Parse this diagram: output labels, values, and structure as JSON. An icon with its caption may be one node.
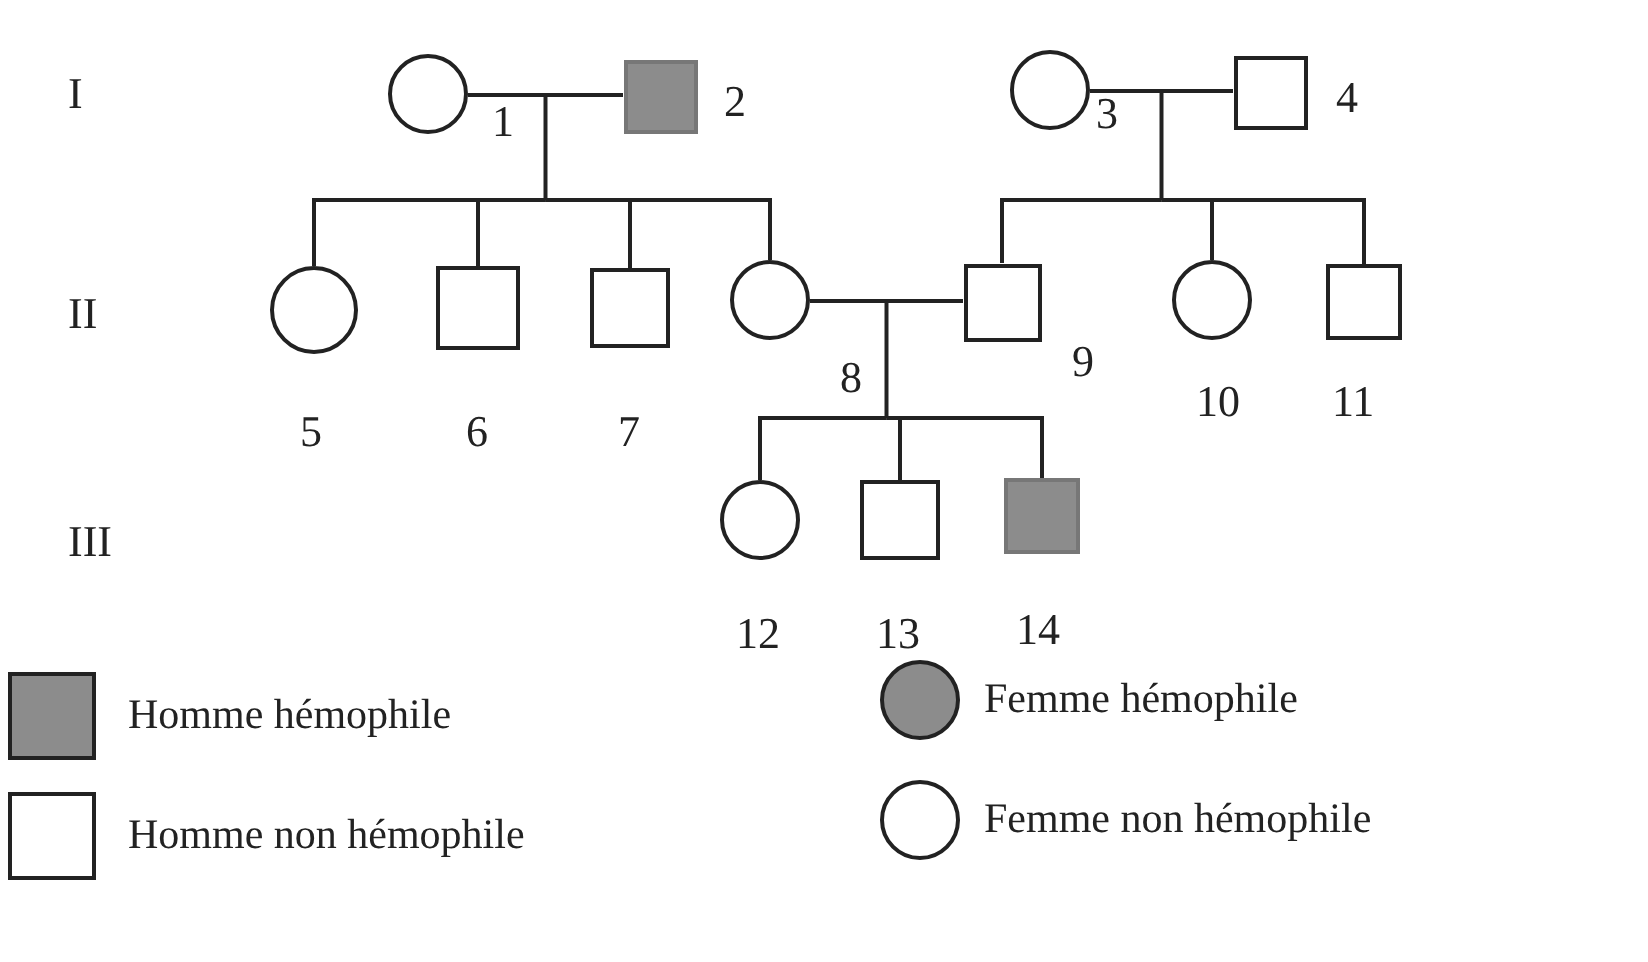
{
  "diagram": {
    "nodes": [
      {
        "text": [],
        "shape": "circle",
        "beside": [
          "1"
        ]
      },
      {
        "text": [],
        "shape": "square",
        "beside": [
          "2"
        ]
      },
      {
        "text": [],
        "shape": "circle",
        "beside": [
          "3"
        ]
      },
      {
        "text": [],
        "shape": "square",
        "beside": [
          "4"
        ]
      },
      {
        "text": [],
        "shape": "circle",
        "beside": [
          "5"
        ]
      },
      {
        "text": [],
        "shape": "square",
        "beside": [
          "6"
        ]
      },
      {
        "text": [],
        "shape": "square",
        "beside": [
          "7"
        ]
      },
      {
        "text": [],
        "shape": "circle",
        "beside": [
          "8"
        ]
      },
      {
        "text": [],
        "shape": "square",
        "beside": [
          "9"
        ]
      },
      {
        "text": [],
        "shape": "circle",
        "beside": [
          "10"
        ]
      },
      {
        "text": [],
        "shape": "square",
        "beside": [
          "11"
        ]
      },
      {
        "text": [],
        "shape": "circle",
        "beside": [
          "12"
        ]
      },
      {
        "text": [],
        "shape": "square",
        "beside": [
          "13"
        ]
      },
      {
        "text": [],
        "shape": "square",
        "beside": [
          "14"
        ]
      }
    ],
    "edges": [
      {
        "from": 0,
        "to": 1,
        "arrow": "none"
      },
      {
        "from": 0,
        "to": 4,
        "arrow": "none"
      },
      {
        "from": 0,
        "to": 5,
        "arrow": "none"
      },
      {
        "from": 0,
        "to": 6,
        "arrow": "none"
      },
      {
        "from": 0,
        "to": 7,
        "arrow": "none"
      },
      {
        "from": 1,
        "to": 4,
        "arrow": "none"
      },
      {
        "from": 1,
        "to": 5,
        "arrow": "none"
      },
      {
        "from": 1,
        "to": 6,
        "arrow": "none"
      },
      {
        "from": 1,
        "to": 7,
        "arrow": "none"
      },
      {
        "from": 2,
        "to": 3,
        "arrow": "none"
      },
      {
        "from": 2,
        "to": 8,
        "arrow": "none"
      },
      {
        "from": 2,
        "to": 9,
        "arrow": "none"
      },
      {
        "from": 2,
        "to": 10,
        "arrow": "none"
      },
      {
        "from": 3,
        "to": 8,
        "arrow": "none"
      },
      {
        "from": 3,
        "to": 9,
        "arrow": "none"
      },
      {
        "from": 3,
        "to": 10,
        "arrow": "none"
      },
      {
        "from": 7,
        "to": 8,
        "arrow": "none"
      },
      {
        "from": 7,
        "to": 11,
        "arrow": "none"
      },
      {
        "from": 7,
        "to": 12,
        "arrow": "none"
      },
      {
        "from": 7,
        "to": 13,
        "arrow": "none"
      },
      {
        "from": 8,
        "to": 11,
        "arrow": "none"
      },
      {
        "from": 8,
        "to": 12,
        "arrow": "none"
      },
      {
        "from": 8,
        "to": 13,
        "arrow": "none"
      }
    ],
    "labels": [
      "I",
      "II",
      "III"
    ],
    "legend": [
      {
        "text": "Homme hémophile"
      },
      {
        "text": "Femme hémophile"
      },
      {
        "text": "Homme non hémophile"
      },
      {
        "text": "Femme non hémophile"
      }
    ]
  }
}
